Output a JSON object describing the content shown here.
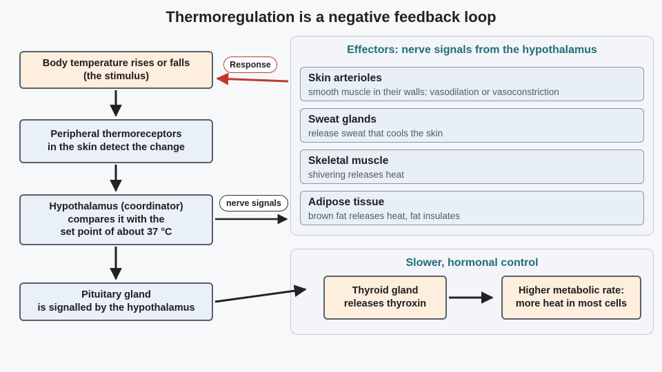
{
  "title": "Thermoregulation is a negative feedback loop",
  "flow": {
    "stimulus": [
      "Body temperature rises or falls",
      "(the stimulus)"
    ],
    "receptors": [
      "Peripheral thermoreceptors",
      "in the skin detect the change"
    ],
    "hypothalamus": [
      "Hypothalamus (coordinator)",
      "compares it with the",
      "set point of about 37 °C"
    ],
    "pituitary": [
      "Pituitary gland",
      "is signalled by the hypothalamus"
    ]
  },
  "labels": {
    "response": "Response",
    "nerve_signals": "nerve signals"
  },
  "effectors": {
    "title": "Effectors: nerve signals from the hypothalamus",
    "items": [
      {
        "name": "Skin arterioles",
        "desc": "smooth muscle in their walls: vasodilation or vasoconstriction"
      },
      {
        "name": "Sweat glands",
        "desc": "release sweat that cools the skin"
      },
      {
        "name": "Skeletal muscle",
        "desc": "shivering releases heat"
      },
      {
        "name": "Adipose tissue",
        "desc": "brown fat releases heat, fat insulates"
      }
    ]
  },
  "hormonal": {
    "title": "Slower, hormonal control",
    "thyroid": [
      "Thyroid gland",
      "releases thyroxin"
    ],
    "metabolic": [
      "Higher metabolic rate:",
      "more heat in most cells"
    ]
  },
  "colors": {
    "response_arrow": "#c0392b",
    "arrow": "#222222",
    "accent_title": "#1f6d7a",
    "orange_fill": "#fdeedd",
    "blue_fill": "#eaf0f8"
  }
}
